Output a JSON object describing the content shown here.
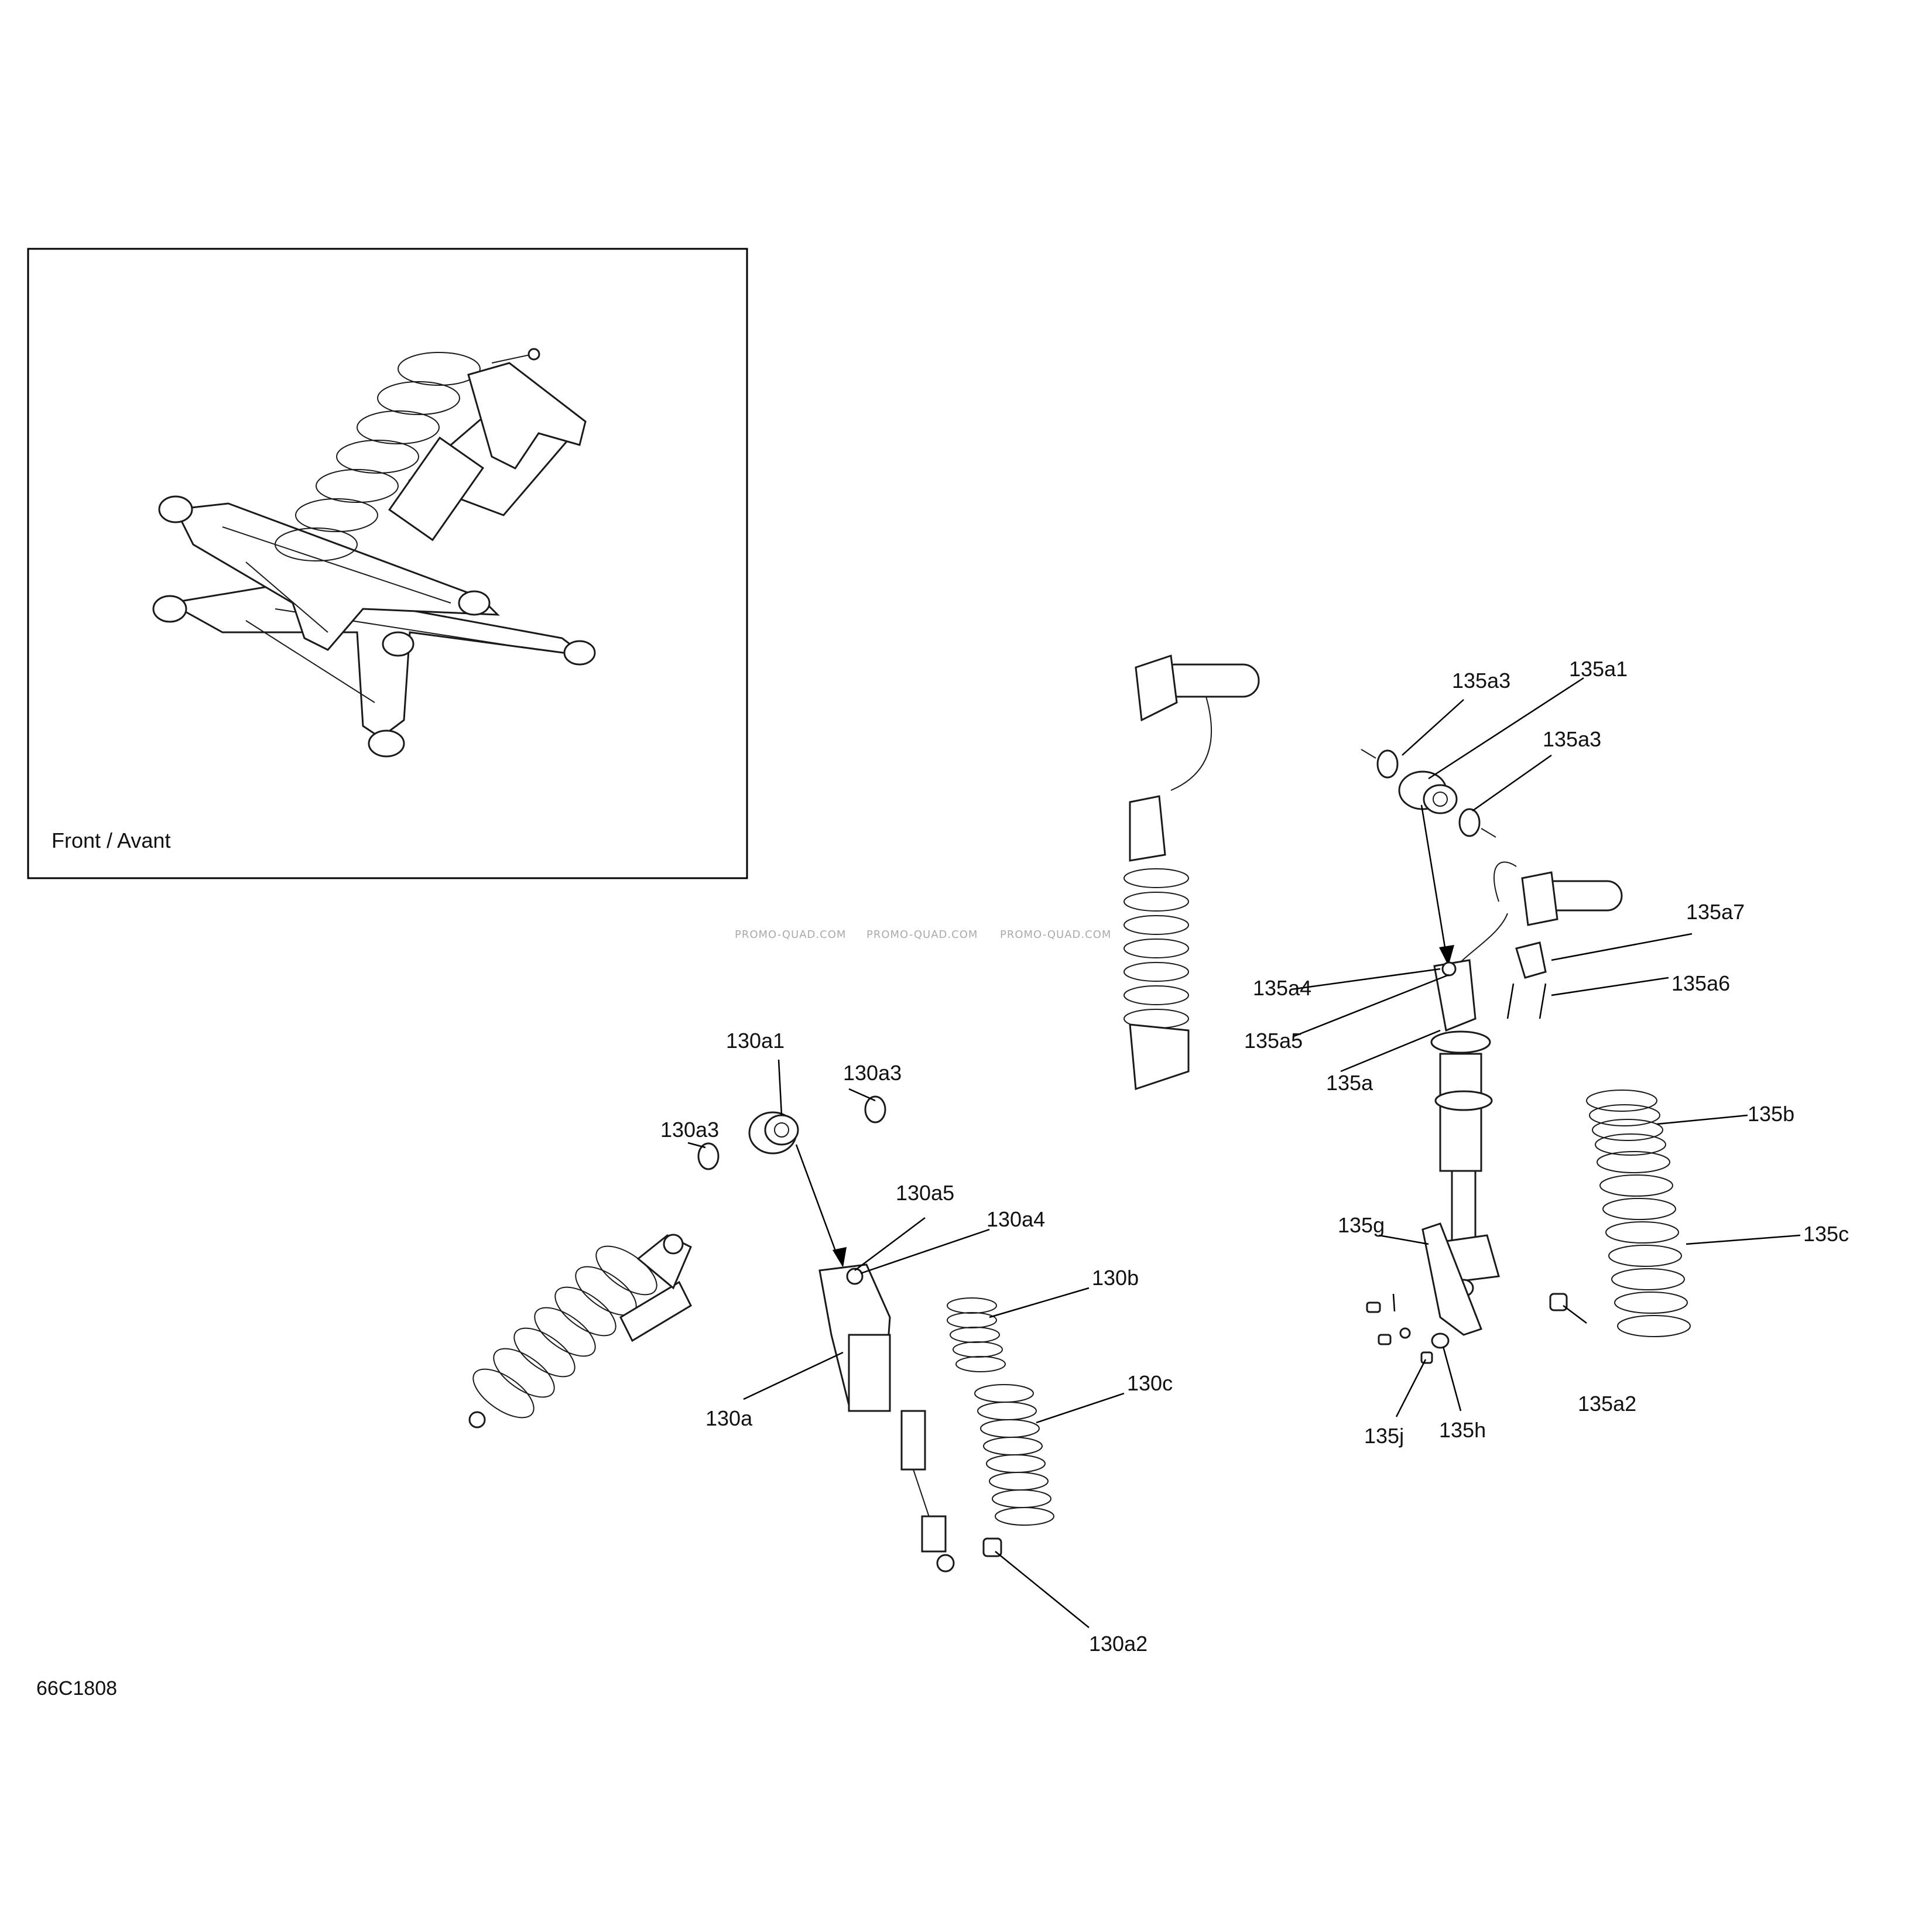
{
  "inset": {
    "caption": "Front / Avant"
  },
  "reference": "66C1808",
  "watermark": "PROMO-QUAD.COM",
  "colors": {
    "line": "#000000",
    "background": "#ffffff",
    "watermark": "#aaaaaa"
  },
  "callouts": [
    {
      "id": "130a1",
      "label": "130a1"
    },
    {
      "id": "130a3_r",
      "label": "130a3"
    },
    {
      "id": "130a3_l",
      "label": "130a3"
    },
    {
      "id": "130a5",
      "label": "130a5"
    },
    {
      "id": "130a4",
      "label": "130a4"
    },
    {
      "id": "130b",
      "label": "130b"
    },
    {
      "id": "130c",
      "label": "130c"
    },
    {
      "id": "130a",
      "label": "130a"
    },
    {
      "id": "130a2",
      "label": "130a2"
    },
    {
      "id": "135a3_t",
      "label": "135a3"
    },
    {
      "id": "135a1",
      "label": "135a1"
    },
    {
      "id": "135a3_r",
      "label": "135a3"
    },
    {
      "id": "135a7",
      "label": "135a7"
    },
    {
      "id": "135a4",
      "label": "135a4"
    },
    {
      "id": "135a6",
      "label": "135a6"
    },
    {
      "id": "135a5",
      "label": "135a5"
    },
    {
      "id": "135a",
      "label": "135a"
    },
    {
      "id": "135b",
      "label": "135b"
    },
    {
      "id": "135g",
      "label": "135g"
    },
    {
      "id": "135c",
      "label": "135c"
    },
    {
      "id": "135a2",
      "label": "135a2"
    },
    {
      "id": "135j",
      "label": "135j"
    },
    {
      "id": "135h",
      "label": "135h"
    }
  ]
}
